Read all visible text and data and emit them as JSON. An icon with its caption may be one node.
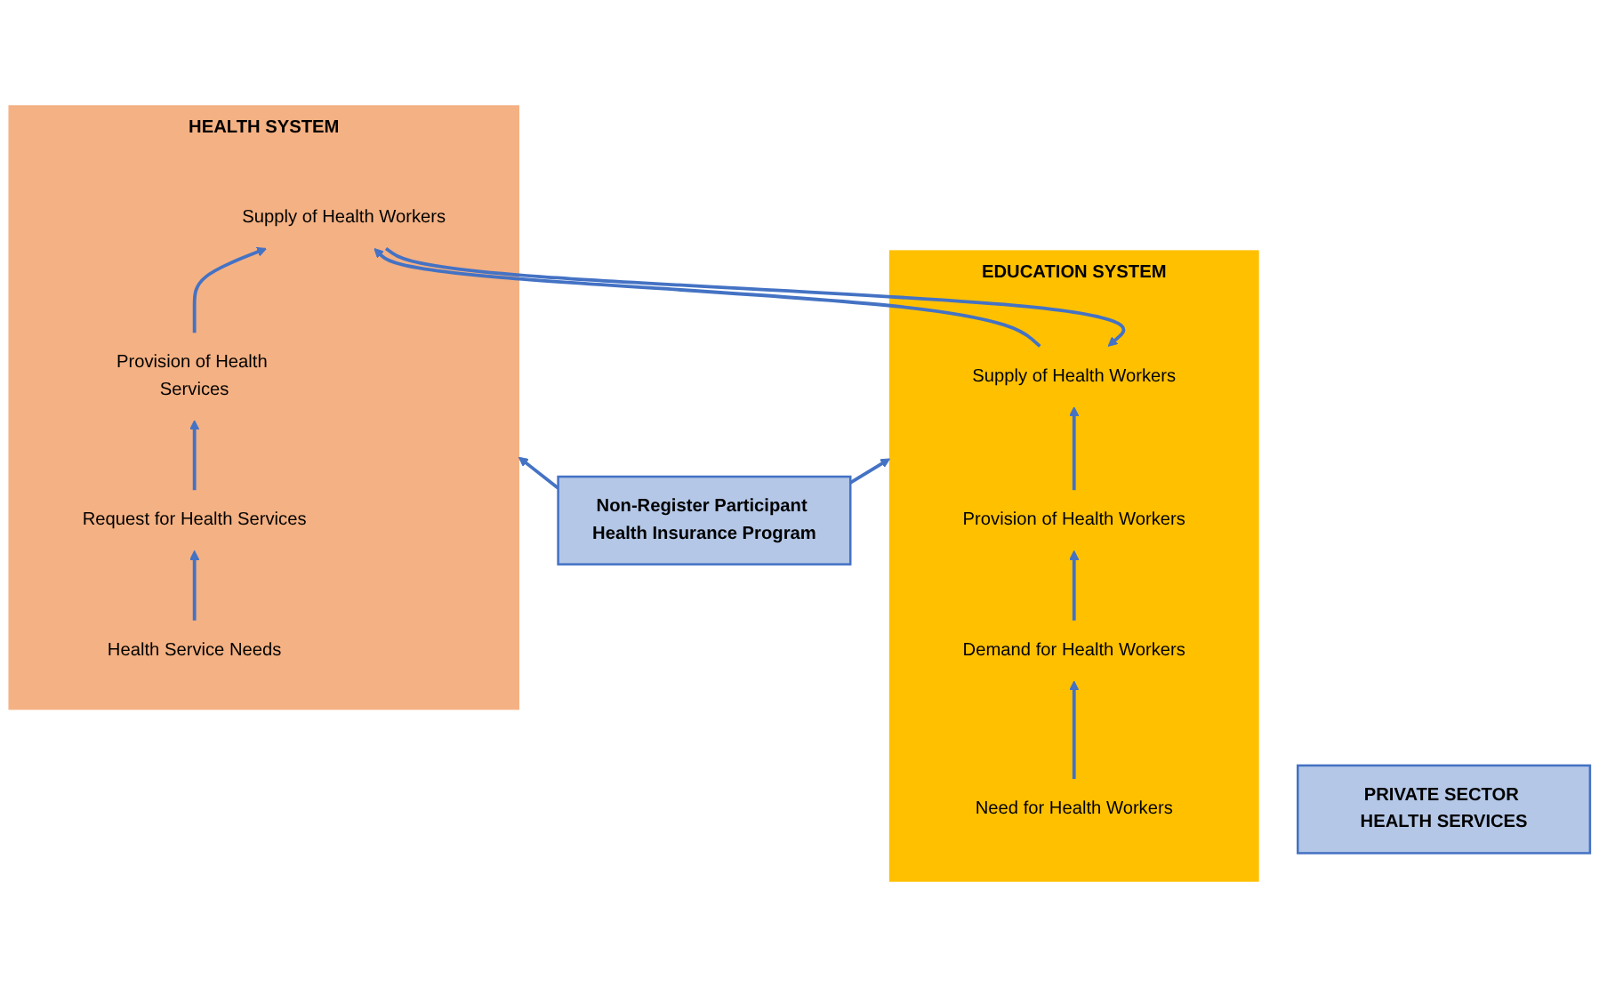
{
  "diagram": {
    "nodes": [
      {
        "text": [
          "EDUCATION SYSTEM"
        ]
      },
      {
        "text": [
          "Supply of Health Workers"
        ],
        "in": 0
      },
      {
        "text": [
          "Provision of Health Workers"
        ],
        "in": 0
      },
      {
        "text": [
          "Demand for Health Workers"
        ],
        "in": 0
      },
      {
        "text": [
          "Need for Health Workers"
        ],
        "in": 0
      },
      {
        "text": [
          "HEALTH SYSTEM"
        ]
      },
      {
        "text": [
          "Supply of Health Workers"
        ],
        "in": 5
      },
      {
        "text": [
          "Provision of Health Services"
        ],
        "in": 5
      },
      {
        "text": [
          "Request for Health Services"
        ],
        "in": 5
      },
      {
        "text": [
          "Health Service Needs"
        ],
        "in": 5
      },
      {
        "text": [
          "PRIVATE SECTOR HEALTH SERVICES"
        ]
      },
      {
        "text": [
          "Non-Register Participant Health Insurance Program"
        ]
      }
    ],
    "edges": [
      {
        "from": 4,
        "to": 3,
        "arrow": "to"
      },
      {
        "from": 3,
        "to": 2,
        "arrow": "to"
      },
      {
        "from": 2,
        "to": 1,
        "arrow": "to"
      },
      {
        "from": 9,
        "to": 8,
        "arrow": "to"
      },
      {
        "from": 8,
        "to": 7,
        "arrow": "to"
      },
      {
        "from": 7,
        "to": 6,
        "arrow": "to"
      },
      {
        "from": 1,
        "to": 6,
        "arrow": "to"
      },
      {
        "from": 6,
        "to": 1,
        "arrow": "to"
      },
      {
        "from": 11,
        "to": 0,
        "arrow": "to"
      },
      {
        "from": 11,
        "to": 5,
        "arrow": "to"
      }
    ]
  }
}
